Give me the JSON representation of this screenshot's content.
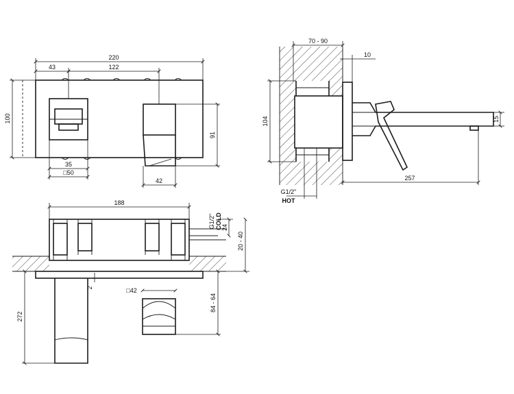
{
  "front_view": {
    "overall_width": "220",
    "handle_offset": "43",
    "spout_offset": "122",
    "height": "100",
    "spout_height": "91",
    "handle_width": "35",
    "handle_square": "□50",
    "spout_width": "42"
  },
  "side_view": {
    "wall_range": "70 - 90",
    "plate_thickness": "10",
    "body_height": "104",
    "spout_tip": "15",
    "projection": "257",
    "connection": "G1/2\"",
    "connection_label": "HOT"
  },
  "plan_view": {
    "width": "188",
    "connection": "G1/2\"",
    "connection_label": "COLD",
    "pipe_offset": "24",
    "embed_range": "20 - 40",
    "gap": "2",
    "spout_square": "□42",
    "spout_length": "272",
    "spout_offset_range": "84 - 64"
  }
}
